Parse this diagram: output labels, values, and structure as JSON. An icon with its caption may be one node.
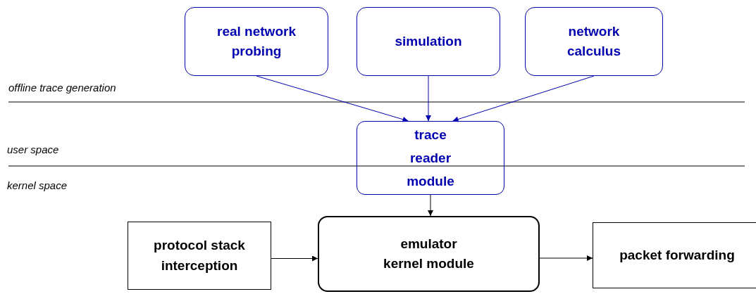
{
  "diagram": {
    "nodes": [
      {
        "text": [
          "real network probing"
        ]
      },
      {
        "text": [
          "simulation"
        ]
      },
      {
        "text": [
          "network calculus"
        ]
      },
      {
        "text": [
          "trace reader module"
        ]
      },
      {
        "text": [
          "protocol stack interception"
        ]
      },
      {
        "text": [
          "emulator kernel module"
        ]
      },
      {
        "text": [
          "packet forwarding"
        ]
      }
    ],
    "edges": [
      {
        "from": 0,
        "to": 3,
        "arrow": "to",
        "color": "#0000b0"
      },
      {
        "from": 1,
        "to": 3,
        "arrow": "to",
        "color": "#0000b0"
      },
      {
        "from": 2,
        "to": 3,
        "arrow": "to",
        "color": "#0000b0"
      },
      {
        "from": 3,
        "to": 5,
        "arrow": "to",
        "color": "#000000"
      },
      {
        "from": 4,
        "to": 5,
        "arrow": "to",
        "color": "#000000"
      },
      {
        "from": 5,
        "to": 6,
        "arrow": "to",
        "color": "#000000"
      }
    ],
    "labels": [
      "offline trace generation",
      "user space",
      "kernel space"
    ]
  }
}
